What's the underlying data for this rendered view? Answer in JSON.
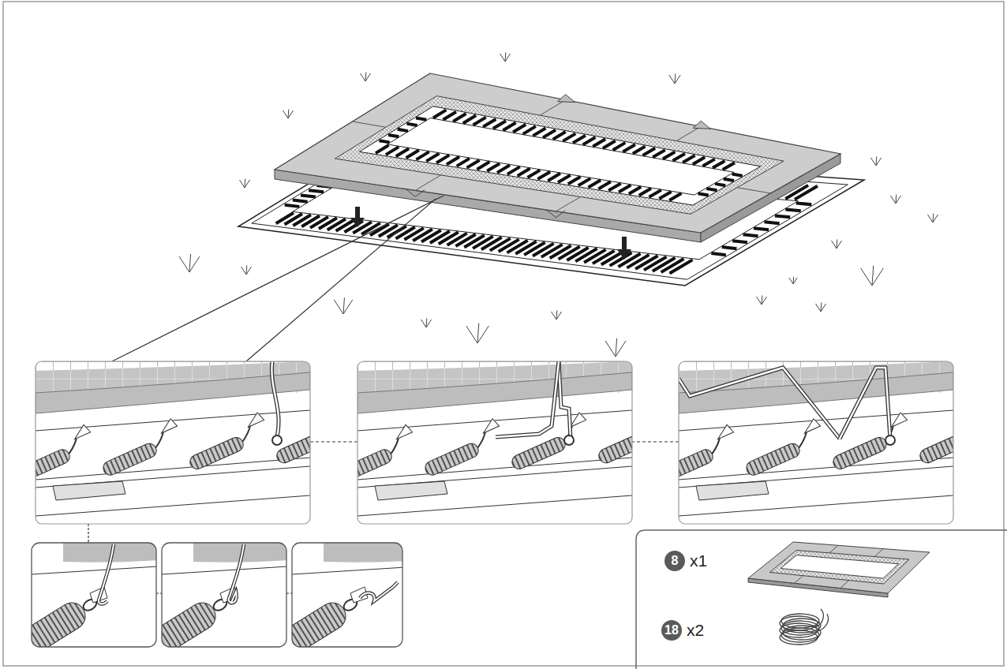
{
  "diagram": {
    "nodes": [
      {
        "text": [
          "8"
        ]
      },
      {
        "text": [
          "18"
        ]
      }
    ],
    "labels": [
      "x1",
      "x2"
    ]
  }
}
